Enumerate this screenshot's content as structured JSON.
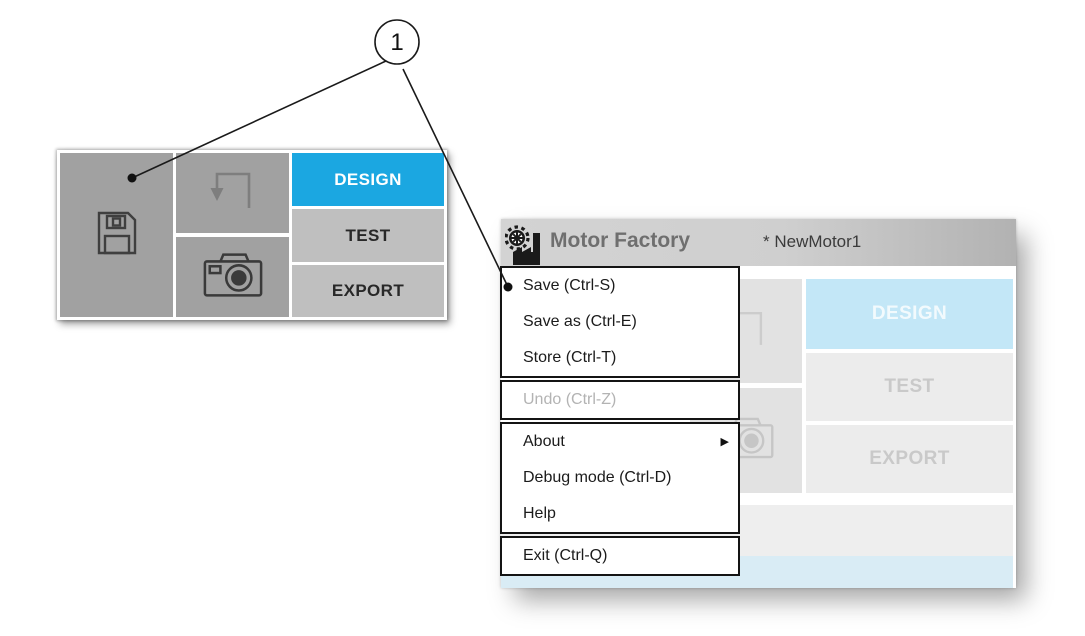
{
  "callout": {
    "number": "1"
  },
  "colors": {
    "accent_blue": "#1ba7e1",
    "faded_active_blue": "#c3e7f7",
    "panel_button_gray": "#a1a1a1",
    "tab_gray": "#bfbfbf",
    "titlebar_gray": "#cfcfcf",
    "status_row_gray": "#eeeeee",
    "bottom_bar_blue": "#d9ecf5"
  },
  "zoomed_panel": {
    "icons": [
      {
        "name": "save-icon"
      },
      {
        "name": "load-arrow-icon"
      },
      {
        "name": "snapshot-camera-icon"
      }
    ],
    "tabs": [
      {
        "label": "DESIGN",
        "active": true
      },
      {
        "label": "TEST",
        "active": false
      },
      {
        "label": "EXPORT",
        "active": false
      }
    ]
  },
  "window": {
    "title": "Motor Factory",
    "document_name": "* NewMotor1",
    "tabs": [
      {
        "label": "DESIGN",
        "active": true
      },
      {
        "label": "TEST",
        "active": false
      },
      {
        "label": "EXPORT",
        "active": false
      }
    ],
    "menu": {
      "groups": [
        {
          "items": [
            {
              "label": "Save (Ctrl-S)"
            },
            {
              "label": "Save as (Ctrl-E)"
            },
            {
              "label": "Store (Ctrl-T)"
            }
          ]
        },
        {
          "items": [
            {
              "label": "Undo (Ctrl-Z)",
              "disabled": true
            }
          ]
        },
        {
          "items": [
            {
              "label": "About",
              "submenu": true
            },
            {
              "label": "Debug mode (Ctrl-D)"
            },
            {
              "label": "Help"
            }
          ]
        },
        {
          "items": [
            {
              "label": "Exit (Ctrl-Q)"
            }
          ]
        }
      ],
      "submenu_arrow_glyph": "▶"
    }
  }
}
